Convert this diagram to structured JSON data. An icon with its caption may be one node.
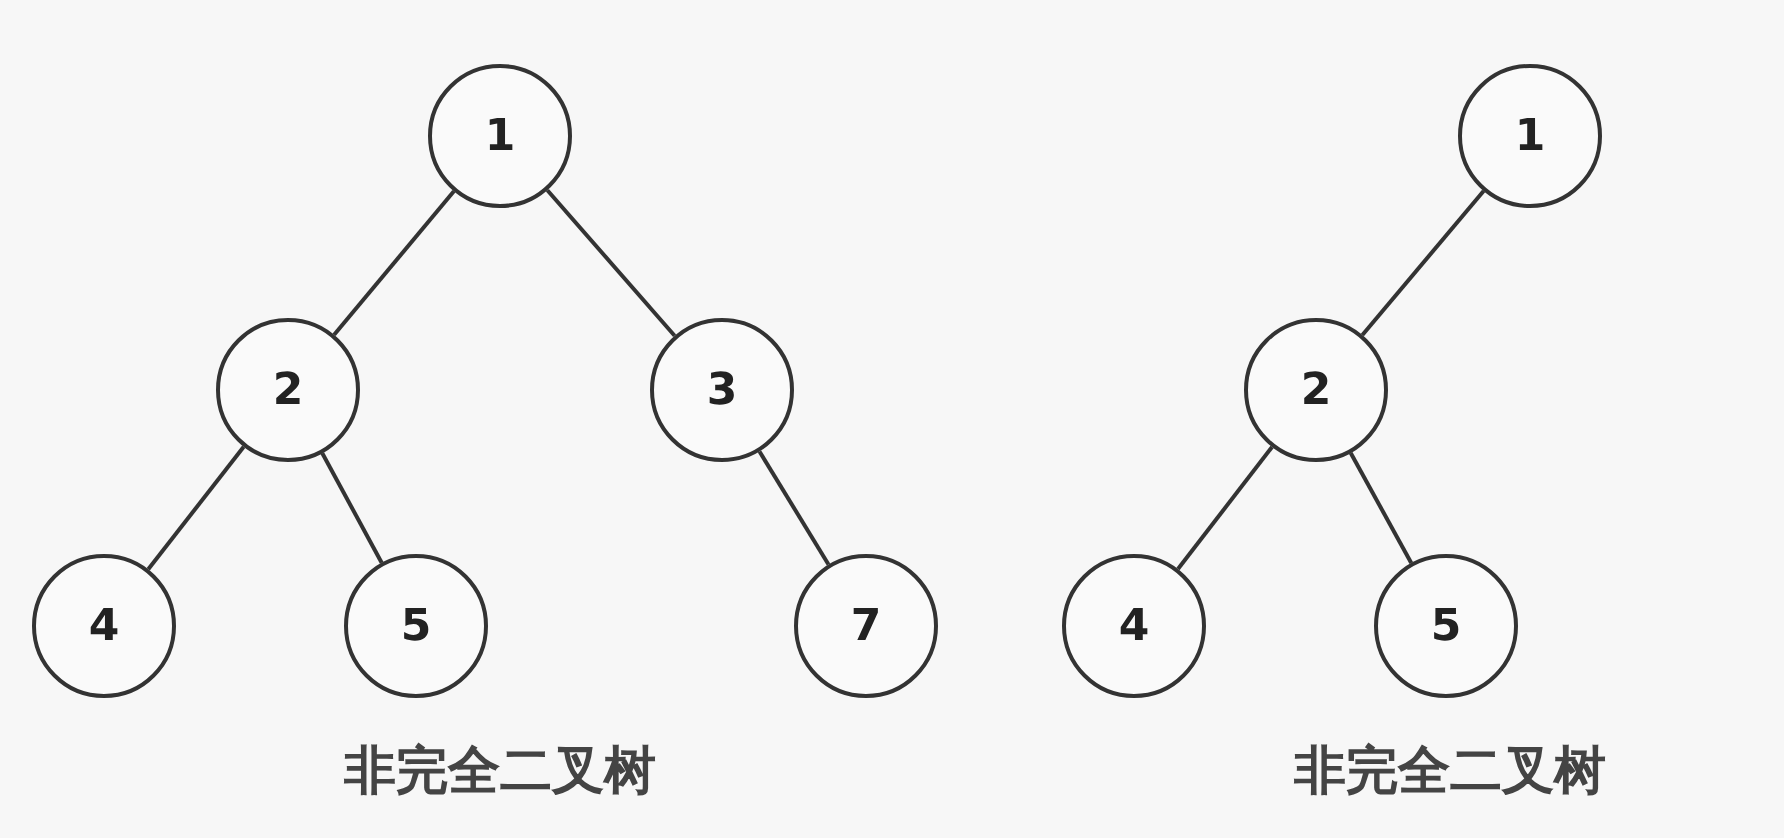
{
  "diagram": {
    "nodes": [
      {
        "text": [
          "1"
        ]
      },
      {
        "text": [
          "2"
        ]
      },
      {
        "text": [
          "3"
        ]
      },
      {
        "text": [
          "4"
        ]
      },
      {
        "text": [
          "5"
        ]
      },
      {
        "text": [
          "7"
        ]
      },
      {
        "text": [
          "1"
        ]
      },
      {
        "text": [
          "2"
        ]
      },
      {
        "text": [
          "4"
        ]
      },
      {
        "text": [
          "5"
        ]
      }
    ],
    "edges": [
      {
        "from": 0,
        "to": 1,
        "arrow": "none"
      },
      {
        "from": 0,
        "to": 2,
        "arrow": "none"
      },
      {
        "from": 1,
        "to": 3,
        "arrow": "none"
      },
      {
        "from": 1,
        "to": 4,
        "arrow": "none"
      },
      {
        "from": 2,
        "to": 5,
        "arrow": "none"
      },
      {
        "from": 6,
        "to": 7,
        "arrow": "none"
      },
      {
        "from": 7,
        "to": 8,
        "arrow": "none"
      },
      {
        "from": 7,
        "to": 9,
        "arrow": "none"
      }
    ],
    "labels": [
      "非完全二叉树",
      "非完全二叉树"
    ]
  }
}
